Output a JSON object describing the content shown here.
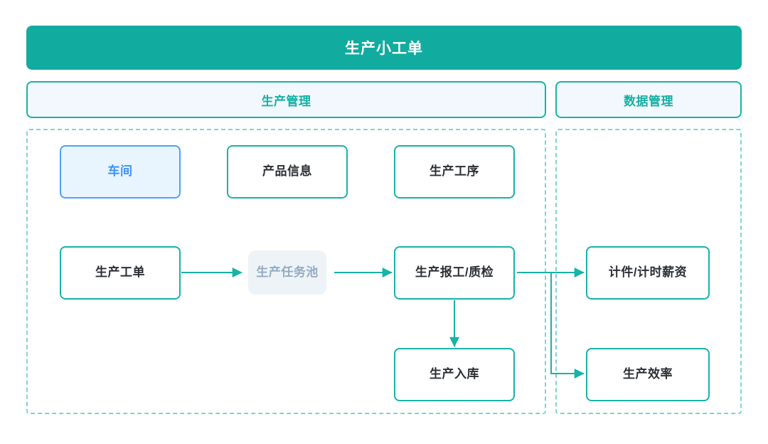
{
  "header": {
    "title": "生产小工单",
    "background_color": "#12ab9f",
    "text_color": "#ffffff"
  },
  "tabs": [
    {
      "id": "production",
      "label": "生产管理"
    },
    {
      "id": "data",
      "label": "数据管理"
    }
  ],
  "colors": {
    "teal": "#17b3a6",
    "teal_dark": "#12ab9f",
    "teal_dashed": "#7fd4cc",
    "tab_fill": "#f2f8fd",
    "blue_accent": "#4da2f7",
    "blue_text": "#3d93f5",
    "blue_fill": "#e8f4fe",
    "muted_fill": "#eef3f8",
    "muted_text": "#93abc2",
    "node_text": "#2b2f33",
    "page_background": "#ffffff"
  },
  "nodes": [
    {
      "id": "workshop",
      "label": "车间",
      "style": "active",
      "panel": "production",
      "row": 1
    },
    {
      "id": "product-info",
      "label": "产品信息",
      "style": "outlined",
      "panel": "production",
      "row": 1
    },
    {
      "id": "process",
      "label": "生产工序",
      "style": "outlined",
      "panel": "production",
      "row": 1
    },
    {
      "id": "work-order",
      "label": "生产工单",
      "style": "outlined",
      "panel": "production",
      "row": 2
    },
    {
      "id": "task-pool",
      "label": "生产任务池",
      "style": "muted",
      "panel": "production",
      "row": 2
    },
    {
      "id": "report-qc",
      "label": "生产报工/质检",
      "style": "outlined",
      "panel": "production",
      "row": 2
    },
    {
      "id": "stock-in",
      "label": "生产入库",
      "style": "outlined",
      "panel": "production",
      "row": 3
    },
    {
      "id": "piece-time-wage",
      "label": "计件/计时薪资",
      "style": "outlined",
      "panel": "data",
      "row": 2
    },
    {
      "id": "efficiency",
      "label": "生产效率",
      "style": "outlined",
      "panel": "data",
      "row": 3
    }
  ],
  "connections": [
    {
      "from": "work-order",
      "to": "task-pool",
      "type": "arrow-right"
    },
    {
      "from": "task-pool",
      "to": "report-qc",
      "type": "arrow-right"
    },
    {
      "from": "report-qc",
      "to": "stock-in",
      "type": "arrow-down"
    },
    {
      "from": "report-qc",
      "to": "piece-time-wage",
      "type": "arrow-right"
    },
    {
      "from": "report-qc",
      "to": "efficiency",
      "type": "elbow-down-right"
    }
  ]
}
